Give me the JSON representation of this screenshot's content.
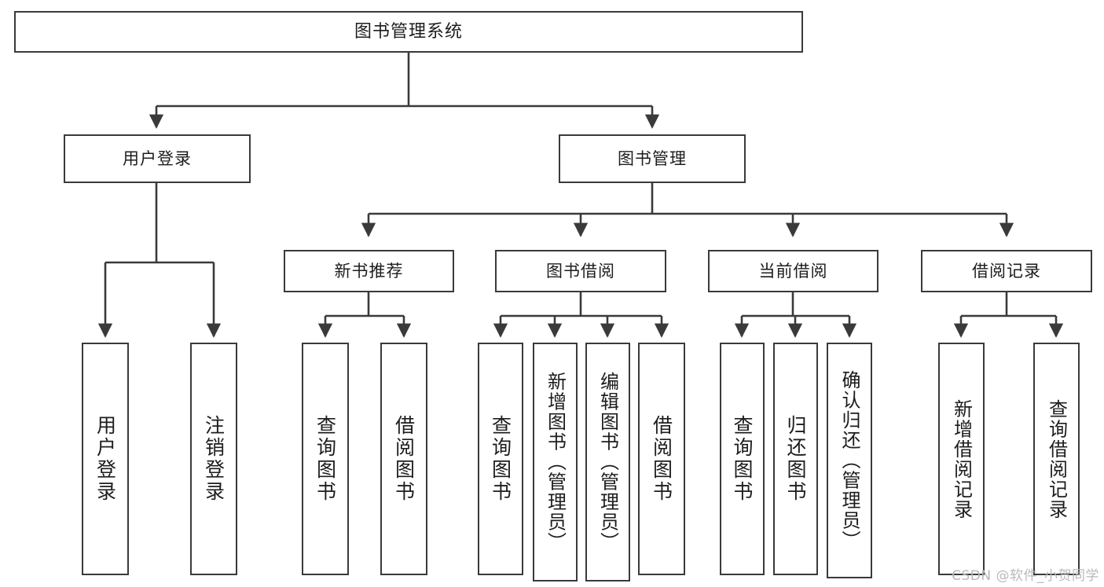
{
  "diagram": {
    "title": "图书管理系统",
    "watermark": "CSDN @软件_小贺同学",
    "colors": {
      "stroke": "#3a3a3a",
      "fill": "#ffffff",
      "text": "#1d1d1d",
      "watermark": "#b9b9b9"
    },
    "nodes": {
      "root": {
        "label": "图书管理系统"
      },
      "level2": [
        {
          "id": "user-login",
          "label": "用户登录"
        },
        {
          "id": "book-management",
          "label": "图书管理"
        }
      ],
      "level3": [
        {
          "id": "new-book-recommend",
          "label": "新书推荐"
        },
        {
          "id": "book-borrow",
          "label": "图书借阅"
        },
        {
          "id": "current-borrow",
          "label": "当前借阅"
        },
        {
          "id": "borrow-record",
          "label": "借阅记录"
        }
      ],
      "leaves": {
        "user-login": [
          {
            "id": "leaf-user-login",
            "label": "用户登录"
          },
          {
            "id": "leaf-logout",
            "label": "注销登录"
          }
        ],
        "new-book-recommend": [
          {
            "id": "leaf-query-book-1",
            "label": "查询图书"
          },
          {
            "id": "leaf-borrow-book-1",
            "label": "借阅图书"
          }
        ],
        "book-borrow": [
          {
            "id": "leaf-query-book-2",
            "label": "查询图书"
          },
          {
            "id": "leaf-add-book",
            "label": "新增图书（管理员）"
          },
          {
            "id": "leaf-edit-book",
            "label": "编辑图书（管理员）"
          },
          {
            "id": "leaf-borrow-book-2",
            "label": "借阅图书"
          }
        ],
        "current-borrow": [
          {
            "id": "leaf-query-book-3",
            "label": "查询图书"
          },
          {
            "id": "leaf-return-book",
            "label": "归还图书"
          },
          {
            "id": "leaf-confirm-return",
            "label": "确认归还（管理员）"
          }
        ],
        "borrow-record": [
          {
            "id": "leaf-add-record",
            "label": "新增借阅记录"
          },
          {
            "id": "leaf-query-record",
            "label": "查询借阅记录"
          }
        ]
      }
    }
  }
}
